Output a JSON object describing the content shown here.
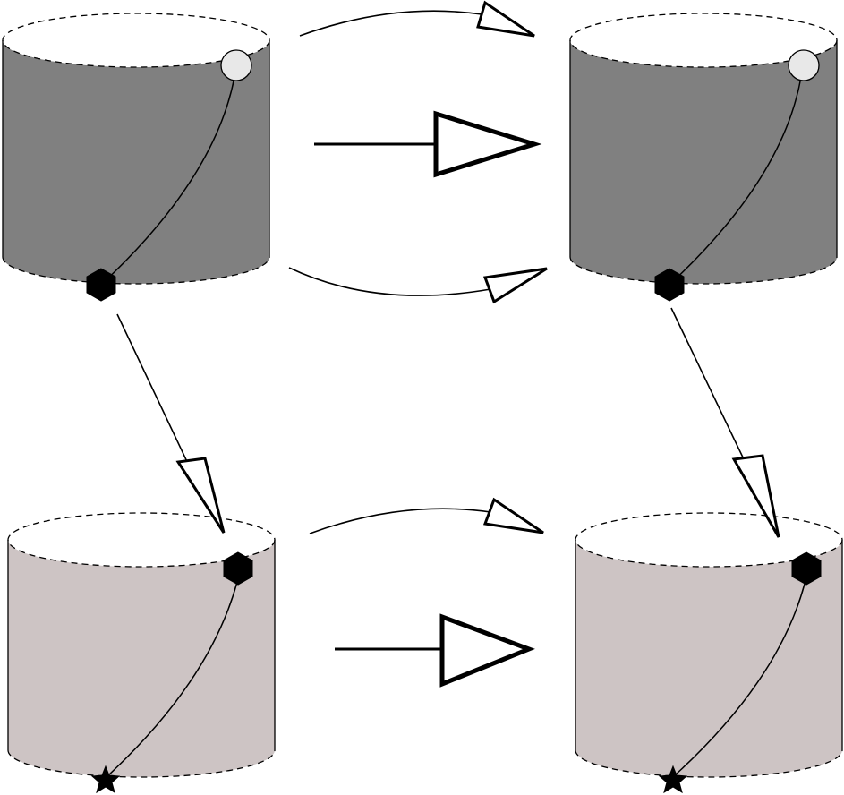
{
  "diagram": {
    "colors": {
      "background": "#ffffff",
      "stroke": "#000000",
      "upper_cylinder_fill": "#808080",
      "lower_cylinder_fill": "#cdc4c4",
      "start_marker_fill": "#e8e8e8",
      "hexagon_fill": "#000000",
      "arrowhead_fill": "#ffffff"
    },
    "cylinders": [
      {
        "name": "cylinder-top-left",
        "shade": "dark"
      },
      {
        "name": "cylinder-top-right",
        "shade": "dark"
      },
      {
        "name": "cylinder-bottom-left",
        "shade": "light"
      },
      {
        "name": "cylinder-bottom-right",
        "shade": "light"
      }
    ],
    "markers": {
      "circle": "circle-marker",
      "hexagon": "hexagon-marker",
      "star": "star-marker"
    },
    "arrows": [
      {
        "name": "arrow-top-upper-curve",
        "style": "thin-curved"
      },
      {
        "name": "arrow-top-middle",
        "style": "bold-straight"
      },
      {
        "name": "arrow-top-lower-curve",
        "style": "thin-curved"
      },
      {
        "name": "arrow-left-vertical",
        "style": "straight"
      },
      {
        "name": "arrow-right-vertical",
        "style": "straight"
      },
      {
        "name": "arrow-bottom-upper-curve",
        "style": "thin-curved"
      },
      {
        "name": "arrow-bottom-middle",
        "style": "bold-straight"
      }
    ]
  }
}
